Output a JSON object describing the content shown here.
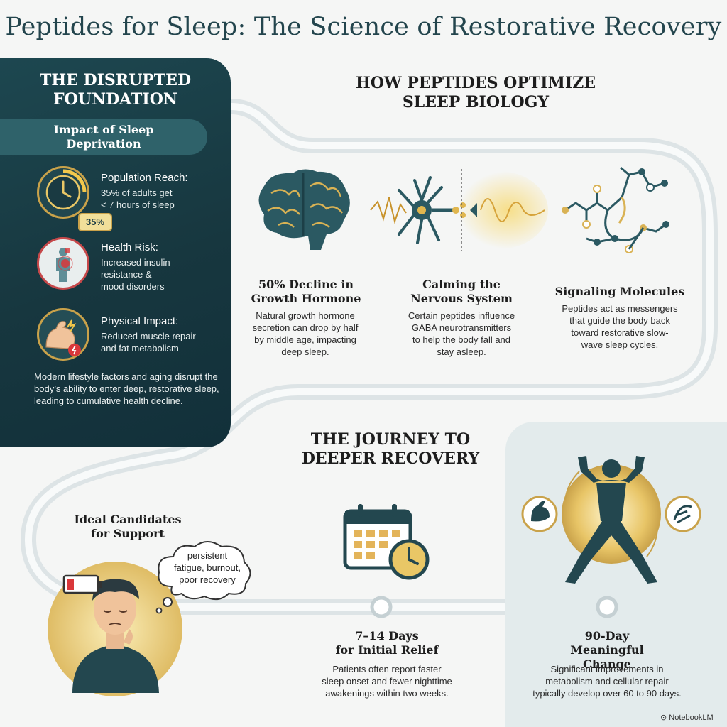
{
  "title": "Peptides for Sleep: The Science of Restorative Recovery",
  "left_panel": {
    "heading_line1": "THE DISRUPTED",
    "heading_line2": "FOUNDATION",
    "subheading_line1": "Impact of Sleep",
    "subheading_line2": "Deprivation",
    "items": [
      {
        "title": "Population Reach:",
        "lines": [
          "35% of adults get",
          "< 7 hours of sleep"
        ],
        "badge": "35%",
        "icon": "clock-icon"
      },
      {
        "title": "Health Risk:",
        "lines": [
          "Increased insulin",
          "resistance &",
          "mood disorders"
        ],
        "icon": "body-health-icon"
      },
      {
        "title": "Physical Impact:",
        "lines": [
          "Reduced muscle repair",
          "and fat metabolism"
        ],
        "icon": "muscle-arm-icon"
      }
    ],
    "description": "Modern lifestyle factors and aging disrupt the body’s ability to enter deep, restorative sleep, leading to cumulative health decline."
  },
  "mechanisms": {
    "heading_line1": "HOW PEPTIDES OPTIMIZE",
    "heading_line2": "SLEEP BIOLOGY",
    "columns": [
      {
        "title_line1": "50% Decline in",
        "title_line2": "Growth Hormone",
        "text": [
          "Natural growth hormone",
          "secretion can drop by half",
          "by middle age, impacting",
          "deep sleep."
        ],
        "icon": "brain-icon"
      },
      {
        "title_line1": "Calming the",
        "title_line2": "Nervous System",
        "text": [
          "Certain peptides influence",
          "GABA neurotransmitters",
          "to help the body fall and",
          "stay asleep."
        ],
        "icon": "neuron-icon"
      },
      {
        "title_line1": "Signaling Molecules",
        "title_line2": "",
        "text": [
          "Peptides act as messengers",
          "that guide the body back",
          "toward restorative slow-",
          "wave sleep cycles."
        ],
        "icon": "molecule-icon"
      }
    ]
  },
  "journey": {
    "heading_line1": "THE JOURNEY TO",
    "heading_line2": "DEEPER RECOVERY",
    "candidates_line1": "Ideal Candidates",
    "candidates_line2": "for Support",
    "thought": [
      "persistent",
      "fatigue, burnout,",
      "poor recovery"
    ],
    "milestones": [
      {
        "title_line1": "7–14 Days",
        "title_line2": "for Initial Relief",
        "text": [
          "Patients often report faster",
          "sleep onset and fewer nighttime",
          "awakenings within two weeks."
        ],
        "icon": "calendar-clock-icon"
      },
      {
        "title_line1": "90-Day",
        "title_line2": "Meaningful Change",
        "text": [
          "Significant improvements in",
          "metabolism and cellular repair",
          "typically develop over 60 to 90 days."
        ],
        "icon": "strong-figure-icon"
      }
    ]
  },
  "brand": "NotebookLM",
  "colors": {
    "teal": "#1d4750",
    "gold": "#c9a24a",
    "accent_red": "#d9373a"
  }
}
